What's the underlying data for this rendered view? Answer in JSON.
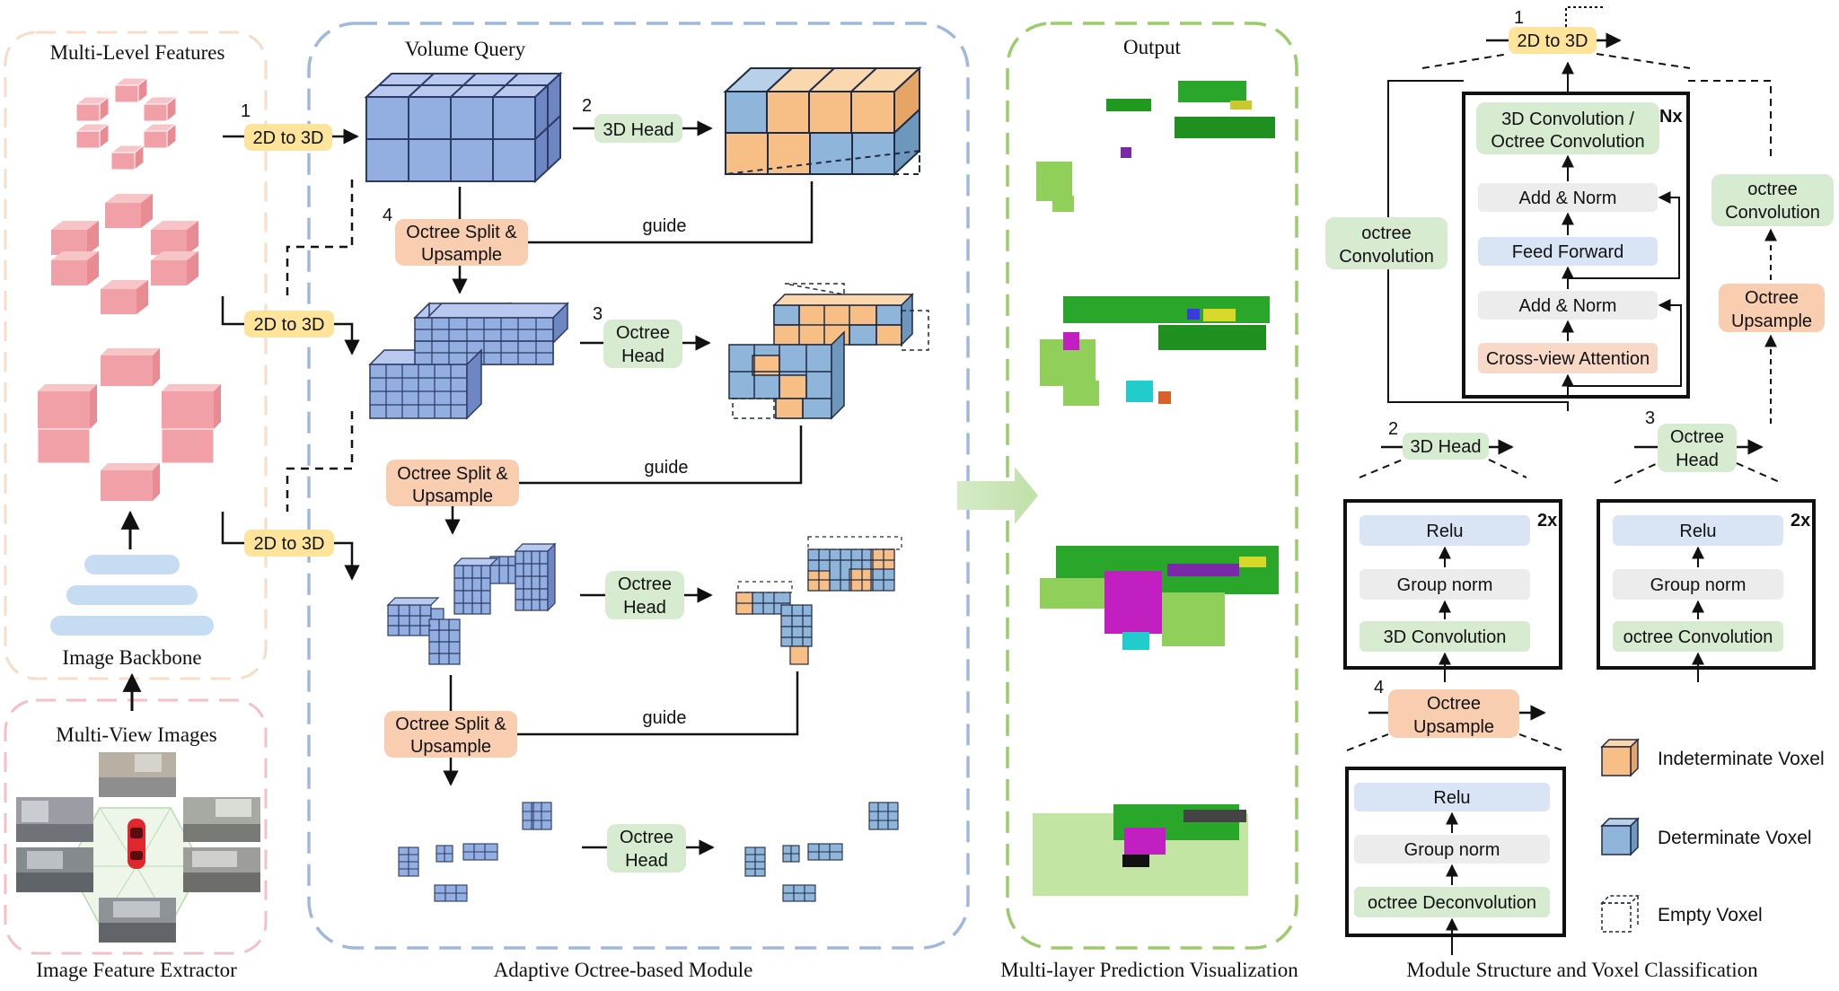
{
  "sections": {
    "features_title": "Multi-Level Features",
    "backbone": "Image Backbone",
    "multiview": "Multi-View Images",
    "extractor_caption": "Image Feature Extractor",
    "volume_query": "Volume Query",
    "module_caption": "Adaptive Octree-based Module",
    "output_title": "Output",
    "output_caption": "Multi-layer Prediction Visualization",
    "right_caption": "Module Structure and Voxel Classification"
  },
  "labels": {
    "two_d_to_three_d": "2D to 3D",
    "three_d_head": "3D Head",
    "octree_head_l1": "Octree",
    "octree_head_l2": "Head",
    "split_l1": "Octree Split &",
    "split_l2": "Upsample",
    "guide": "guide"
  },
  "numbers": {
    "n1": "1",
    "n2": "2",
    "n3": "3",
    "n4": "4"
  },
  "structure": {
    "conv_l1": "3D Convolution  /",
    "conv_l2": "Octree Convolution",
    "nx": "Nx",
    "add_norm": "Add & Norm",
    "feed_forward": "Feed Forward",
    "cross_attn": "Cross-view Attention",
    "octree_conv_l1": "octree",
    "octree_conv_l2": "Convolution",
    "octree_up_l1": "Octree",
    "octree_up_l2": "Upsample",
    "relu": "Relu",
    "group_norm": "Group norm",
    "conv3d": "3D Convolution",
    "octree_convolution": "octree Convolution",
    "octree_deconv": "octree Deconvolution",
    "two_x": "2x"
  },
  "legend": [
    {
      "label": "Indeterminate Voxel",
      "kind": "orange"
    },
    {
      "label": "Determinate Voxel",
      "kind": "blue"
    },
    {
      "label": "Empty Voxel",
      "kind": "empty"
    }
  ],
  "colors": {
    "yellow": "#fde49a",
    "green": "#d6ebcf",
    "peach": "#f8cdb0",
    "gray": "#ececec",
    "blue_box": "#d9e4f5",
    "voxel_blue": "#93aee0",
    "voxel_lightblue": "#8fb6da",
    "voxel_orange": "#f7bf86",
    "pink": "#f2a0a8",
    "panel_peach": "#f8dcc6",
    "panel_pink": "#f2c0c6",
    "panel_blue": "#9fb8dc",
    "panel_green": "#9ccb6b"
  }
}
